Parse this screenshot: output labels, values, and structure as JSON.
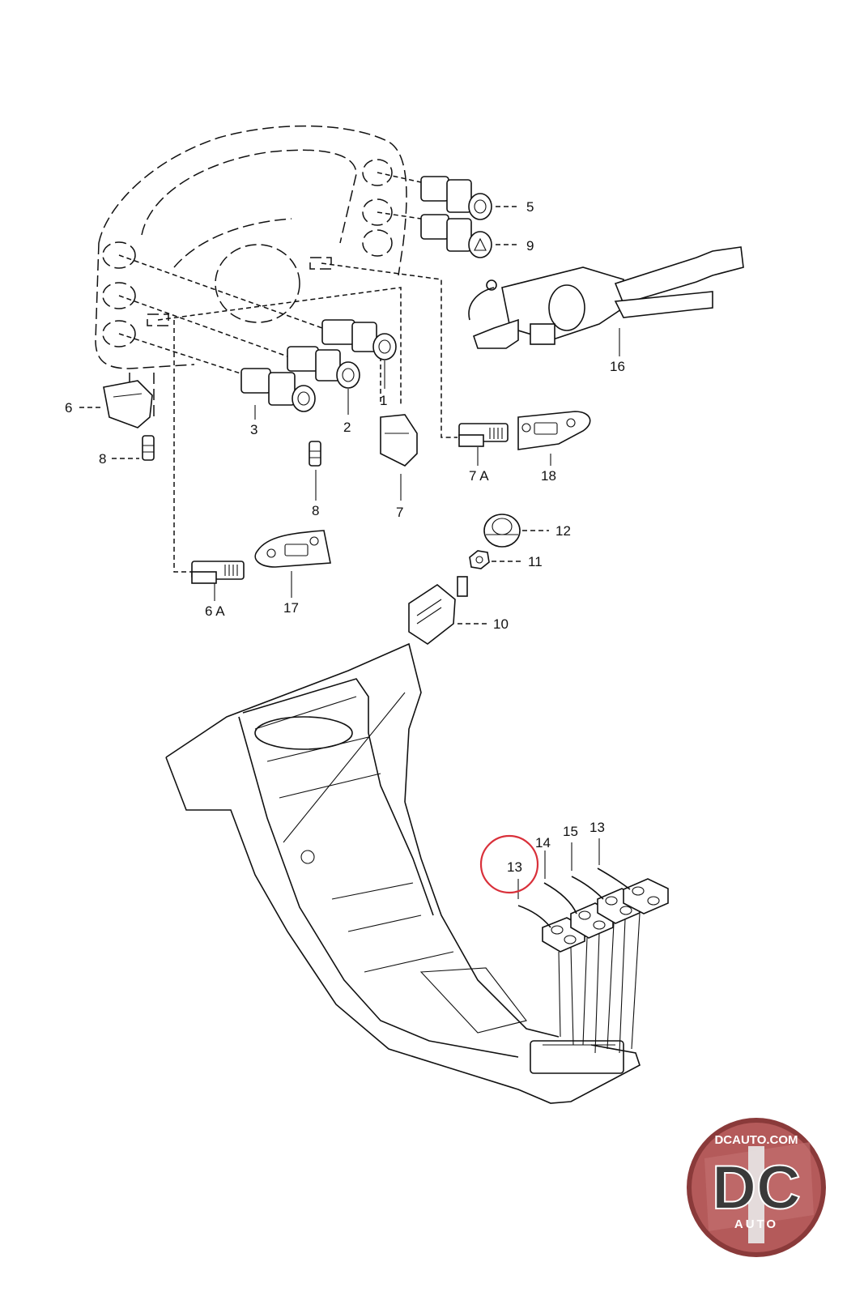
{
  "labels": {
    "p1": "1",
    "p2": "2",
    "p3": "3",
    "p5": "5",
    "p6": "6",
    "p6a": "6 A",
    "p7": "7",
    "p7a": "7 A",
    "p8a": "8",
    "p8b": "8",
    "p9": "9",
    "p10": "10",
    "p11": "11",
    "p12": "12",
    "p13a": "13",
    "p13b": "13",
    "p14": "14",
    "p15": "15",
    "p16": "16",
    "p17": "17",
    "p18": "18"
  },
  "logo": {
    "url_text": "DCAUTO.COM",
    "letters": "DC",
    "word": "AUTO"
  },
  "colors": {
    "highlight": "#d9303a",
    "logo_bg": "#b45a5a",
    "logo_ring": "#8a3a3a"
  }
}
